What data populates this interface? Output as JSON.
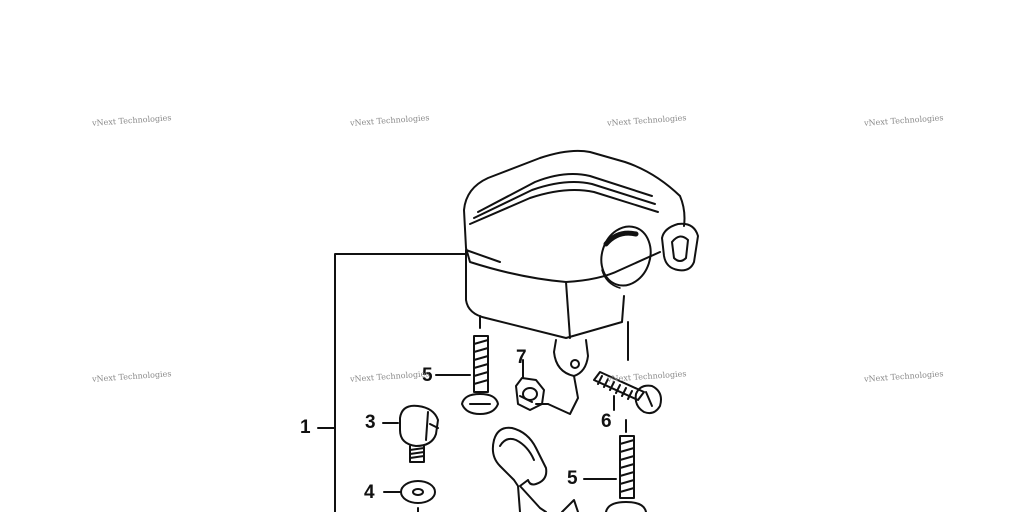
{
  "diagram": {
    "watermark_text": "vNext Technologies",
    "callouts": {
      "c1": "1",
      "c3": "3",
      "c4": "4",
      "c5a": "5",
      "c5b": "5",
      "c6": "6",
      "c7": "7"
    }
  }
}
